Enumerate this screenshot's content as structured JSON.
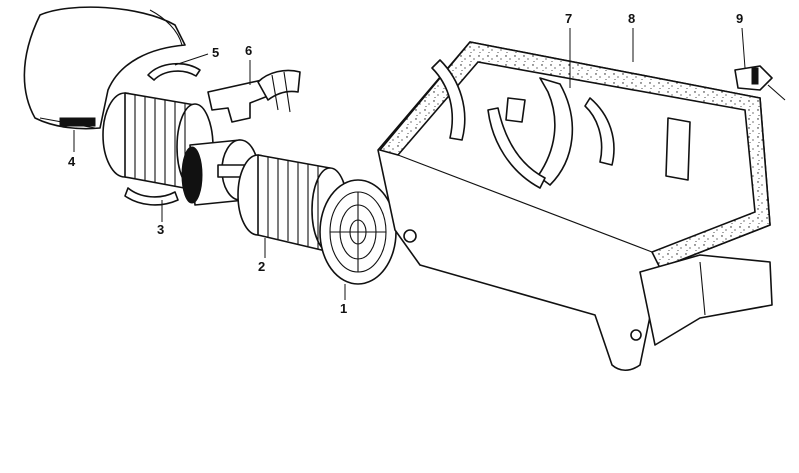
{
  "callouts": {
    "c1": "1",
    "c2": "2",
    "c3": "3",
    "c4": "4",
    "c5": "5",
    "c6": "6",
    "c7": "7",
    "c8": "8",
    "c9": "9"
  },
  "colors": {
    "line": "#111111",
    "background": "#ffffff"
  }
}
